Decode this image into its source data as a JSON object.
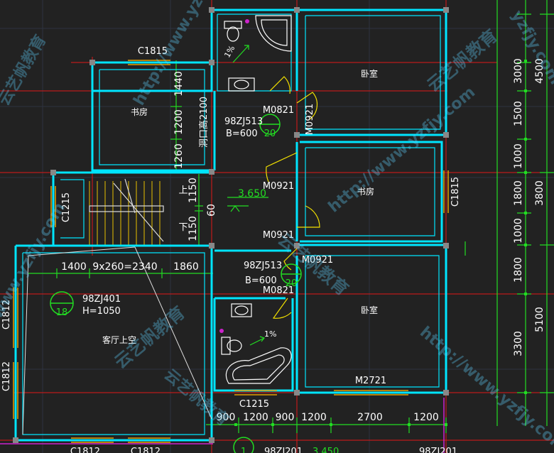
{
  "colors": {
    "background": "#222222",
    "wall": "#00e5ff",
    "axis": "#ff2020",
    "dimension": "#22dd22",
    "text": "#ffffff",
    "door": "#f2e000",
    "window": "#e8a000",
    "accent": "#cc22cc"
  },
  "rooms": {
    "study_top": "书房",
    "bedroom_top": "卧室",
    "study_right": "书房",
    "bedroom_bottom": "卧室",
    "living_void": "客厅上空"
  },
  "windows": {
    "c1815_top": "C1815",
    "c1815_right": "C1815",
    "c1215_left": "C1215",
    "c1812_left_upper": "C1812",
    "c1812_left_lower": "C1812",
    "c1215_bottom": "C1215",
    "c1812_bottom_a": "C1812",
    "c1812_bottom_b": "C1812"
  },
  "doors": {
    "m0821_a": "M0821",
    "m0921_a": "M0921",
    "m0921_b": "M0921",
    "m0921_c": "M0921",
    "m0921_d": "M0921",
    "m0821_b": "M0821",
    "m2721": "M2721"
  },
  "notes": {
    "atlas_1": "98ZJ513",
    "b600_1": "B=600",
    "atlas_2": "98ZJ513",
    "b600_2": "B=600",
    "atlas_3": "98ZJ401",
    "h1050": "H=1050",
    "detail_20a": "20",
    "detail_20b": "20",
    "detail_18": "18",
    "detail_1": "1",
    "atlas_bottom": "98ZJ201",
    "elev_bottom": "3.450",
    "atlas_bottom_right": "98ZJ201",
    "opening_height": "洞口高2100",
    "stair_up": "上",
    "stair_down": "下",
    "elevation": "3.650",
    "slope_1": "1%",
    "slope_2": "1%"
  },
  "dims_internal": {
    "d1440": "1440",
    "d1200": "1200",
    "d1260": "1260",
    "d1150a": "1150",
    "d60": "60",
    "d1150b": "1150",
    "d1400": "1400",
    "d_stair": "9x260=2340",
    "d1860": "1860"
  },
  "dims_right": {
    "outer": [
      "3000",
      "4500",
      "1500",
      "1000",
      "1800",
      "1000",
      "1800",
      "3300"
    ],
    "total": [
      "3800",
      "5100"
    ]
  },
  "dims_bottom": [
    "900",
    "1200",
    "900",
    "1200",
    "2700",
    "1200"
  ],
  "watermarks": {
    "w1": "http://www.yzfjy.com",
    "w2": "云艺帆教育",
    "w3": "http://www.yzfjy.com",
    "w4": "云艺帆教育",
    "w5": "www.yzfjy.com",
    "w6": "云艺帆教育",
    "w7": "http://www.yzfjy.com",
    "w8": "云艺帆教育",
    "w9": "yzfjy.com",
    "w10": "云艺帆教育"
  }
}
